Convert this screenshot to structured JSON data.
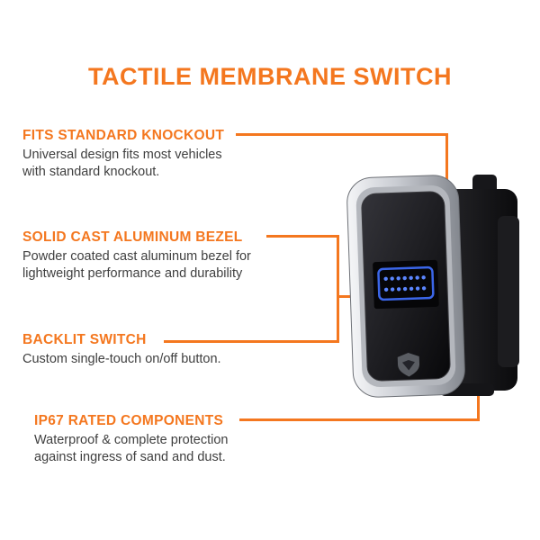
{
  "title": "TACTILE MEMBRANE SWITCH",
  "colors": {
    "accent_orange": "#F4771F",
    "body_text": "#3F3F3F",
    "background": "#FFFFFF",
    "led_blue": "#3E6CF5",
    "bezel_silver": "#C9CCD2",
    "housing_black": "#141416"
  },
  "features": [
    {
      "heading": "FITS STANDARD KNOCKOUT",
      "body": "Universal design fits most vehicles with standard knockout."
    },
    {
      "heading": "SOLID CAST ALUMINUM BEZEL",
      "body": "Powder coated cast aluminum bezel for lightweight performance and durability"
    },
    {
      "heading": "BACKLIT SWITCH",
      "body": "Custom single-touch on/off button."
    },
    {
      "heading": "IP67 RATED COMPONENTS",
      "body": "Waterproof & complete protection against ingress of  sand and dust."
    }
  ],
  "product": {
    "name": "tactile membrane switch render",
    "display_icon": "blue-led-keypad-icon",
    "logo_icon": "shield-icon"
  }
}
